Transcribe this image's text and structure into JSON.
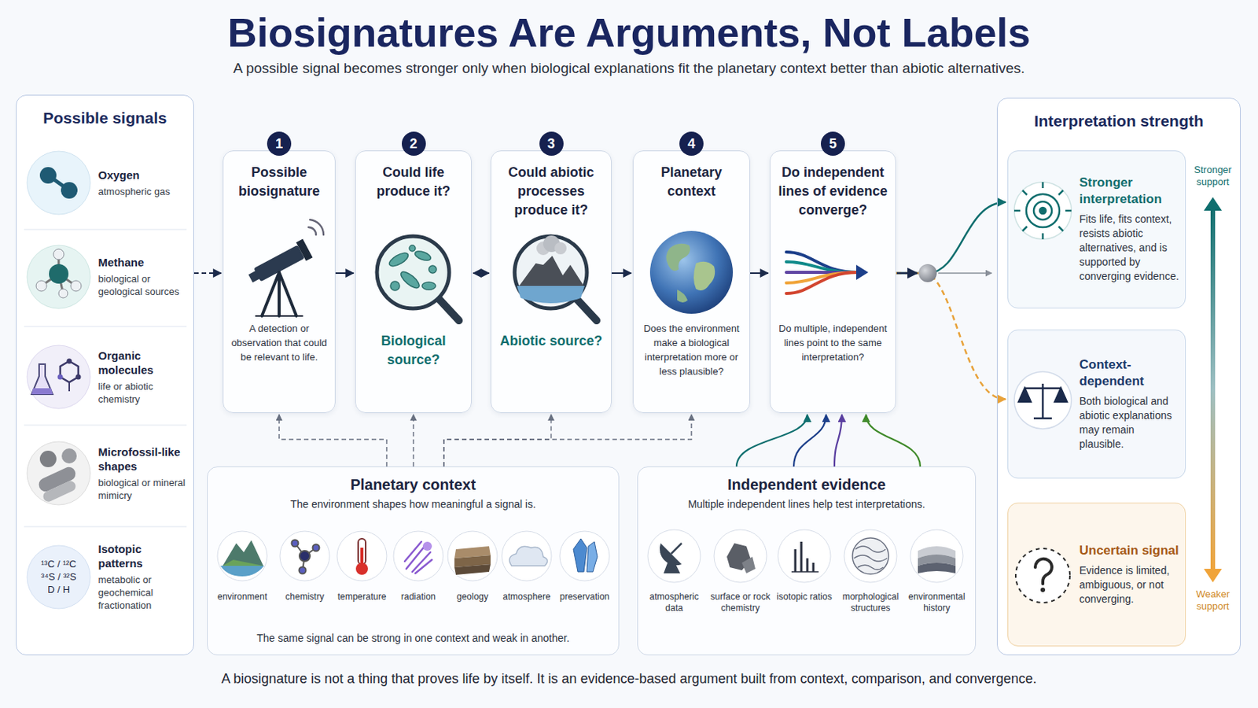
{
  "diagram": {
    "title": "Biosignatures Are Arguments, Not Labels",
    "caption": "A biosignature is not a thing that proves life by itself. It is an evidence-based argument built from context, comparison, and convergence.",
    "nodes": [
      {
        "text": [
          "Possible signals"
        ]
      },
      {
        "text": [
          "Oxygen",
          "atmospheric gas"
        ],
        "in": 0
      },
      {
        "text": [
          "Methane",
          "biological or geological sources"
        ],
        "in": 0
      },
      {
        "text": [
          "Organic molecules",
          "life or abiotic chemistry"
        ],
        "in": 0
      },
      {
        "text": [
          "Microfossil-like shapes",
          "biological or mineral mimicry"
        ],
        "in": 0
      },
      {
        "text": [
          "Isotopic patterns",
          "metabolic or geochemical fractionation"
        ],
        "in": 0
      },
      {
        "text": [
          "1",
          "Possible biosignature",
          "A detection or observation that could be relevant to life."
        ]
      },
      {
        "text": [
          "2",
          "Could life produce it?",
          "Biological source?"
        ]
      },
      {
        "text": [
          "3",
          "Could abiotic processes produce it?",
          "Abiotic source?"
        ]
      },
      {
        "text": [
          "4",
          "Planetary context",
          "Does the environment make a biological interpretation more or less plausible?"
        ]
      },
      {
        "text": [
          "5",
          "Do independent lines of evidence converge?",
          "Do multiple, independent lines point to the same interpretation?"
        ]
      },
      {
        "text": [
          "Planetary context",
          "The environment shapes how meaningful a signal is.",
          "The same signal can be strong in one context and weak in another."
        ]
      },
      {
        "text": [
          "Independent evidence",
          "Multiple independent lines help test interpretations."
        ]
      },
      {
        "text": [
          "Interpretation strength"
        ]
      },
      {
        "text": [
          "Stronger interpretation",
          "Fits life, fits context, resists abiotic alternatives, and is supported by converging evidence."
        ],
        "in": 13
      },
      {
        "text": [
          "Context-dependent",
          "Both biological and abiotic explanations may remain plausible."
        ],
        "in": 13
      },
      {
        "text": [
          "Uncertain signal",
          "Evidence is limited, ambiguous, or not converging."
        ],
        "in": 13
      }
    ],
    "edges": [
      {
        "from": 0,
        "to": 6,
        "arrow": "to"
      },
      {
        "from": 6,
        "to": 7,
        "arrow": "to"
      },
      {
        "from": 7,
        "to": 8,
        "arrow": "both"
      },
      {
        "from": 8,
        "to": 9,
        "arrow": "to"
      },
      {
        "from": 9,
        "to": 10,
        "arrow": "to"
      },
      {
        "from": 10,
        "to": 14,
        "arrow": "to"
      },
      {
        "from": 10,
        "to": 15,
        "arrow": "to"
      },
      {
        "from": 11,
        "to": 6,
        "arrow": "to"
      },
      {
        "from": 11,
        "to": 7,
        "arrow": "to"
      },
      {
        "from": 11,
        "to": 8,
        "arrow": "to"
      },
      {
        "from": 11,
        "to": 9,
        "arrow": "to"
      },
      {
        "from": 12,
        "to": 10,
        "arrow": "to"
      }
    ],
    "labels": [
      "A possible signal becomes stronger only when biological explanations fit the planetary context better than abiotic alternatives.",
      "¹³C / ¹²C",
      "³⁴S / ³²S",
      "D / H",
      "environment",
      "chemistry",
      "temperature",
      "radiation",
      "geology",
      "atmosphere",
      "preservation",
      "atmospheric data",
      "surface or rock chemistry",
      "isotopic ratios",
      "morphological structures",
      "environmental history",
      "Stronger support",
      "Weaker support"
    ]
  }
}
